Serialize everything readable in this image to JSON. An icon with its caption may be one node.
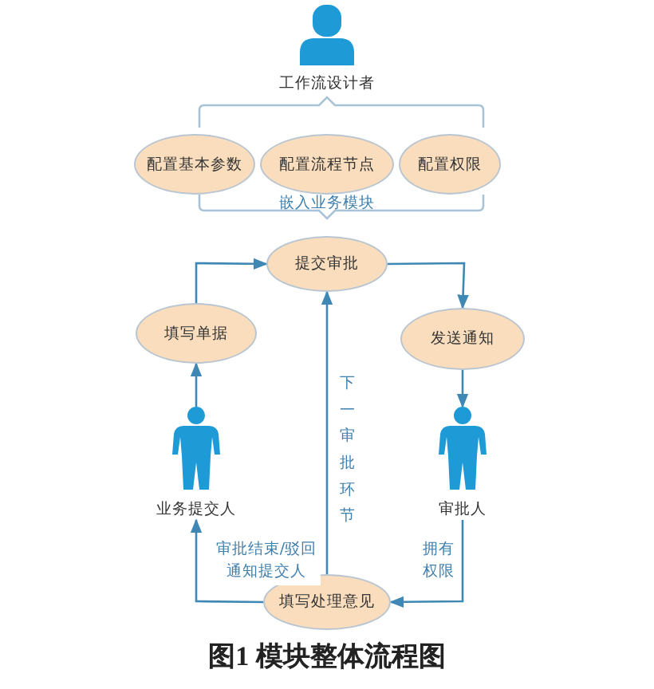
{
  "diagram": {
    "caption": "图1 模块整体流程图",
    "nodes": [
      {
        "text": [
          "工作流设计者"
        ]
      },
      {
        "text": [
          "配置基本参数"
        ]
      },
      {
        "text": [
          "配置流程节点"
        ]
      },
      {
        "text": [
          "配置权限"
        ]
      },
      {
        "text": [
          "提交审批"
        ]
      },
      {
        "text": [
          "填写单据"
        ]
      },
      {
        "text": [
          "发送通知"
        ]
      },
      {
        "text": [
          "业务提交人"
        ]
      },
      {
        "text": [
          "审批人"
        ]
      },
      {
        "text": [
          "填写处理意见"
        ]
      }
    ],
    "edges": [
      {
        "from": 5,
        "to": 4,
        "arrow": "to"
      },
      {
        "from": 4,
        "to": 6,
        "arrow": "to"
      },
      {
        "from": 6,
        "to": 8,
        "arrow": "to"
      },
      {
        "from": 7,
        "to": 5,
        "arrow": "to"
      },
      {
        "from": 8,
        "to": 9,
        "arrow": "to",
        "label": "拥有权限"
      },
      {
        "from": 9,
        "to": 7,
        "arrow": "to",
        "label": "审批结束/驳回通知提交人"
      },
      {
        "from": 9,
        "to": 4,
        "arrow": "to",
        "label": "下一审批环节"
      }
    ],
    "labels": [
      "嵌入业务模块"
    ]
  }
}
